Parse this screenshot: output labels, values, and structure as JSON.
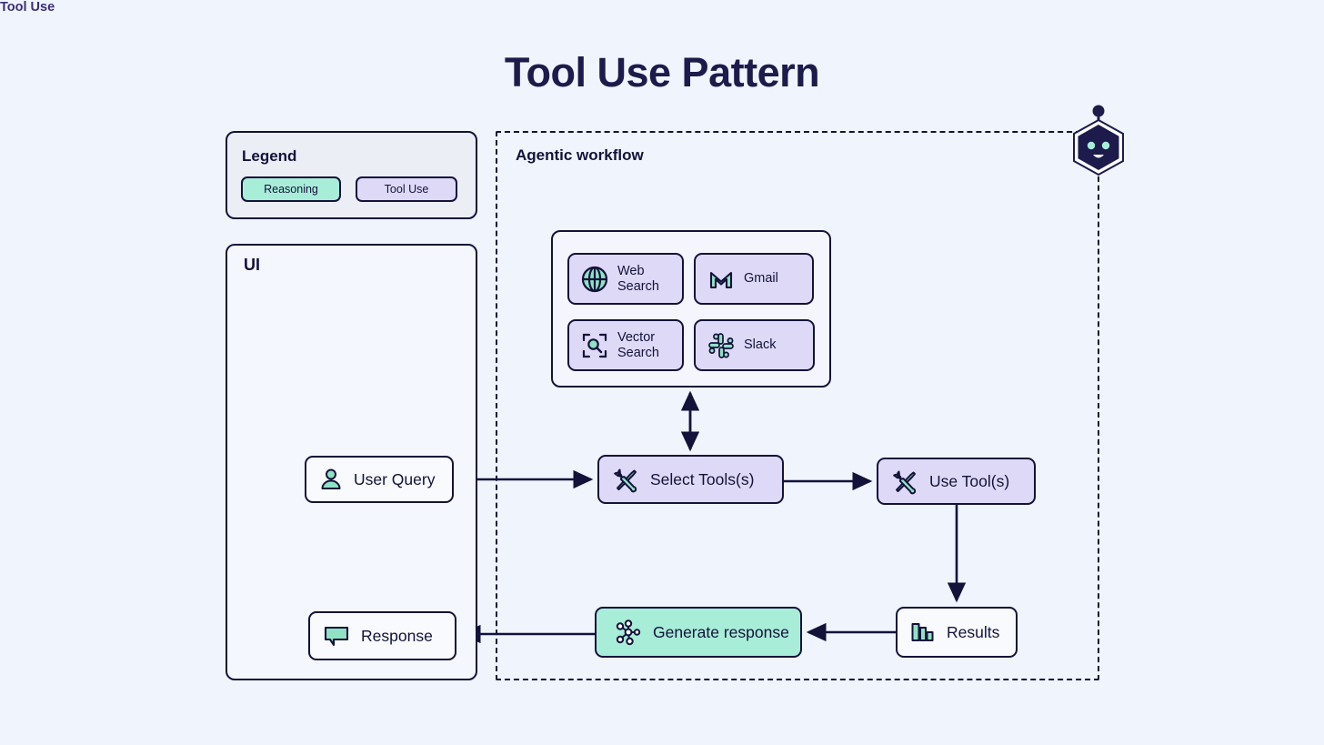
{
  "page": {
    "title": "Tool Use Pattern",
    "background": "#f0f4fd",
    "ink": "#13123a",
    "mint": "#a8edd8",
    "violet": "#ded9f7"
  },
  "legend": {
    "title": "Legend",
    "items": [
      {
        "label": "Reasoning",
        "color": "#a8edd8"
      },
      {
        "label": "Tool Use",
        "color": "#ded9f7"
      }
    ]
  },
  "ui_panel": {
    "label": "UI"
  },
  "agentic": {
    "label": "Agentic workflow",
    "side_label": "Tool Use"
  },
  "tools": {
    "items": [
      {
        "label": "Web\nSearch",
        "line1": "Web",
        "line2": "Search",
        "icon": "globe-icon"
      },
      {
        "label": "Gmail",
        "line1": "Gmail",
        "line2": "",
        "icon": "gmail-icon"
      },
      {
        "label": "Vector\nSearch",
        "line1": "Vector",
        "line2": "Search",
        "icon": "vector-search-icon"
      },
      {
        "label": "Slack",
        "line1": "Slack",
        "line2": "",
        "icon": "slack-icon"
      }
    ]
  },
  "nodes": {
    "user_query": {
      "label": "User Query",
      "icon": "user-icon",
      "style": "white"
    },
    "select_tools": {
      "label": "Select Tools(s)",
      "icon": "tools-icon",
      "style": "violet"
    },
    "use_tools": {
      "label": "Use Tool(s)",
      "icon": "tools-icon",
      "style": "violet"
    },
    "results": {
      "label": "Results",
      "icon": "bar-chart-icon",
      "style": "white"
    },
    "generate": {
      "label": "Generate response",
      "icon": "network-icon",
      "style": "mint"
    },
    "response": {
      "label": "Response",
      "icon": "speech-bubble-icon",
      "style": "white"
    }
  },
  "agent_avatar": {
    "name": "agent-robot-icon"
  }
}
